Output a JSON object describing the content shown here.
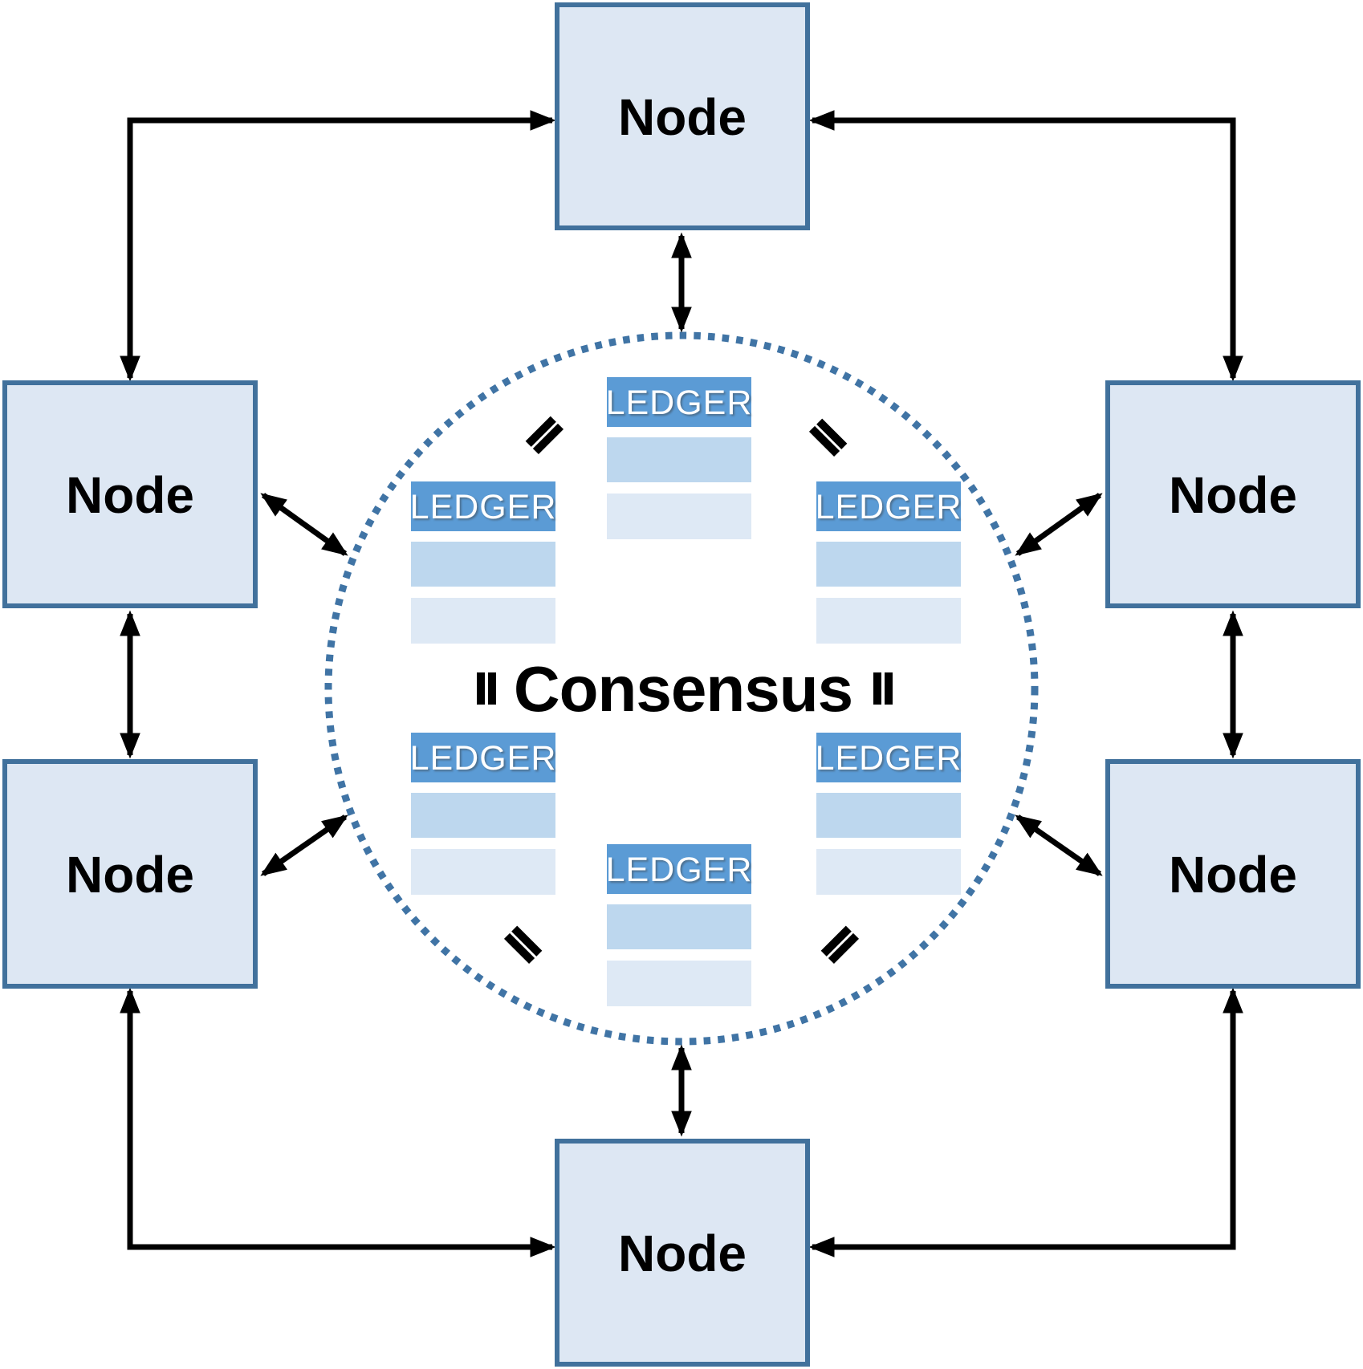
{
  "diagram": {
    "title_label": "Consensus",
    "equals_symbol": "=",
    "nodes": [
      {
        "position": "top",
        "label": "Node"
      },
      {
        "position": "upper-left",
        "label": "Node"
      },
      {
        "position": "upper-right",
        "label": "Node"
      },
      {
        "position": "lower-left",
        "label": "Node"
      },
      {
        "position": "lower-right",
        "label": "Node"
      },
      {
        "position": "bottom",
        "label": "Node"
      }
    ],
    "ledgers": [
      {
        "position": "top-center",
        "label": "LEDGER"
      },
      {
        "position": "upper-left",
        "label": "LEDGER"
      },
      {
        "position": "upper-right",
        "label": "LEDGER"
      },
      {
        "position": "lower-left",
        "label": "LEDGER"
      },
      {
        "position": "lower-right",
        "label": "LEDGER"
      },
      {
        "position": "bottom-center",
        "label": "LEDGER"
      }
    ],
    "colors": {
      "background": "#ffffff",
      "node_fill": "#dde7f3",
      "node_border": "#41719c",
      "node_text": "#000000",
      "ledger_header": "#5b9bd5",
      "ledger_row_medium": "#bdd7ee",
      "ledger_row_light": "#dee9f5",
      "ledger_text": "#ffffff",
      "circle_dots": "#4074a5",
      "arrow": "#000000",
      "consensus_text": "#000000"
    }
  }
}
